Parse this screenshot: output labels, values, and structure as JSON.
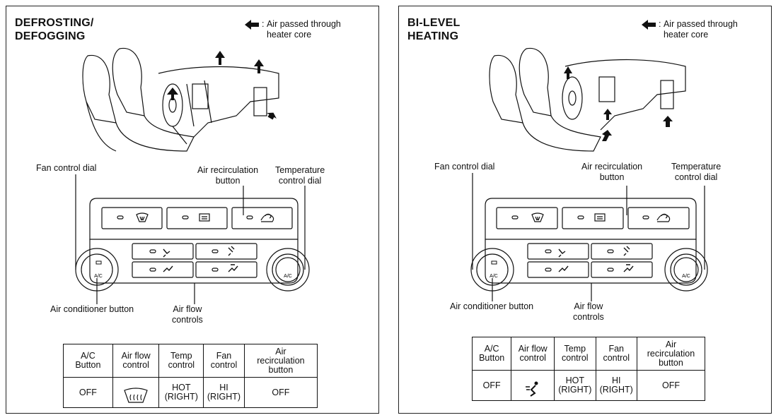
{
  "panels": [
    {
      "title": "DEFROSTING/\nDEFOGGING",
      "legend": "Air passed through\nheater core",
      "legend_prefix": ": ",
      "labels": {
        "fan_control_dial": "Fan control dial",
        "air_recirculation_button": "Air recirculation\nbutton",
        "temperature_control_dial": "Temperature\ncontrol dial",
        "air_conditioner_button": "Air conditioner button",
        "air_flow_controls": "Air flow\ncontrols"
      },
      "table": {
        "headers": [
          "A/C\nButton",
          "Air flow\ncontrol",
          "Temp\ncontrol",
          "Fan\ncontrol",
          "Air\nrecirculation\nbutton"
        ],
        "values": [
          "OFF",
          "",
          "HOT\n(RIGHT)",
          "HI\n(RIGHT)",
          "OFF"
        ]
      },
      "dial_left_text": "A/C",
      "dial_right_text": "A/C"
    },
    {
      "title": "BI-LEVEL\nHEATING",
      "legend": "Air passed through\nheater core",
      "legend_prefix": ": ",
      "labels": {
        "fan_control_dial": "Fan control dial",
        "air_recirculation_button": "Air recirculation\nbutton",
        "temperature_control_dial": "Temperature\ncontrol dial",
        "air_conditioner_button": "Air conditioner button",
        "air_flow_controls": "Air flow\ncontrols"
      },
      "table": {
        "headers": [
          "A/C\nButton",
          "Air flow\ncontrol",
          "Temp\ncontrol",
          "Fan\ncontrol",
          "Air\nrecirculation\nbutton"
        ],
        "values": [
          "OFF",
          "",
          "HOT\n(RIGHT)",
          "HI\n(RIGHT)",
          "OFF"
        ]
      },
      "dial_left_text": "A/C",
      "dial_right_text": "A/C"
    }
  ],
  "icons": {
    "legend_arrow": "filled-left-arrow-icon",
    "front_defrost": "front-defrost-icon",
    "rear_defrost": "rear-defrost-icon",
    "recirculation": "recirculation-icon",
    "vent_mode": "vent-mode-icon",
    "bilevel_mode": "bilevel-mode-icon",
    "foot_mode": "foot-mode-icon",
    "foot_defrost_mode": "foot-defrost-mode-icon"
  },
  "colors": {
    "ink": "#111111",
    "background": "#ffffff"
  }
}
